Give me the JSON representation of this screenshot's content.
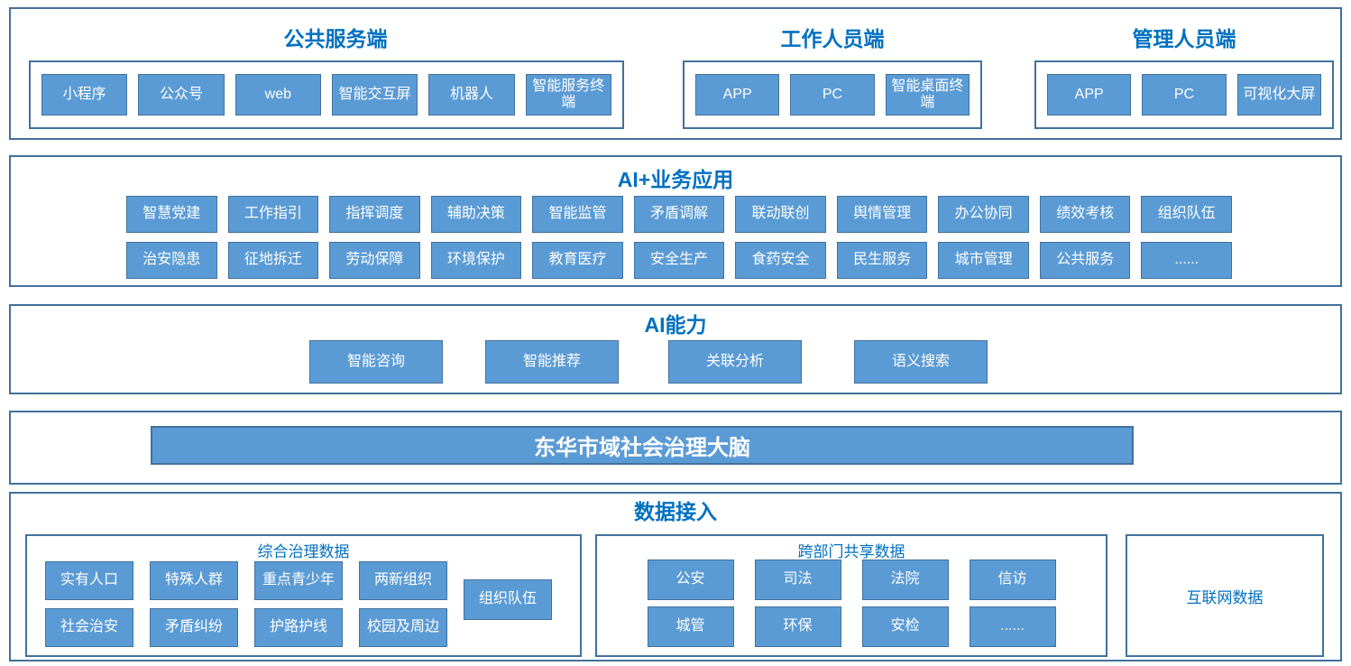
{
  "colors": {
    "box_fill": "#5B9BD5",
    "box_border": "#41719C",
    "section_border": "#41719C",
    "title_blue": "#0070C0",
    "box_text": "#ffffff"
  },
  "top": {
    "public": {
      "title": "公共服务端",
      "items": [
        "小程序",
        "公众号",
        "web",
        "智能交互屏",
        "机器人",
        "智能服务终端"
      ]
    },
    "staff": {
      "title": "工作人员端",
      "items": [
        "APP",
        "PC",
        "智能桌面终端"
      ]
    },
    "manager": {
      "title": "管理人员端",
      "items": [
        "APP",
        "PC",
        "可视化大屏"
      ]
    }
  },
  "business": {
    "title": "AI+业务应用",
    "row1": [
      "智慧党建",
      "工作指引",
      "指挥调度",
      "辅助决策",
      "智能监管",
      "矛盾调解",
      "联动联创",
      "舆情管理",
      "办公协同",
      "绩效考核",
      "组织队伍"
    ],
    "row2": [
      "治安隐患",
      "征地拆迁",
      "劳动保障",
      "环境保护",
      "教育医疗",
      "安全生产",
      "食药安全",
      "民生服务",
      "城市管理",
      "公共服务",
      "......"
    ]
  },
  "ai": {
    "title": "AI能力",
    "items": [
      "智能咨询",
      "智能推荐",
      "关联分析",
      "语义搜索"
    ]
  },
  "brain": {
    "title": "东华市域社会治理大脑"
  },
  "data_access": {
    "title": "数据接入",
    "governance": {
      "title": "综合治理数据",
      "row1": [
        "实有人口",
        "特殊人群",
        "重点青少年",
        "两新组织"
      ],
      "row2": [
        "社会治安",
        "矛盾纠纷",
        "护路护线",
        "校园及周边"
      ],
      "side": "组织队伍"
    },
    "cross_dept": {
      "title": "跨部门共享数据",
      "row1": [
        "公安",
        "司法",
        "法院",
        "信访"
      ],
      "row2": [
        "城管",
        "环保",
        "安检",
        "......"
      ]
    },
    "internet": {
      "title": "互联网数据"
    }
  }
}
